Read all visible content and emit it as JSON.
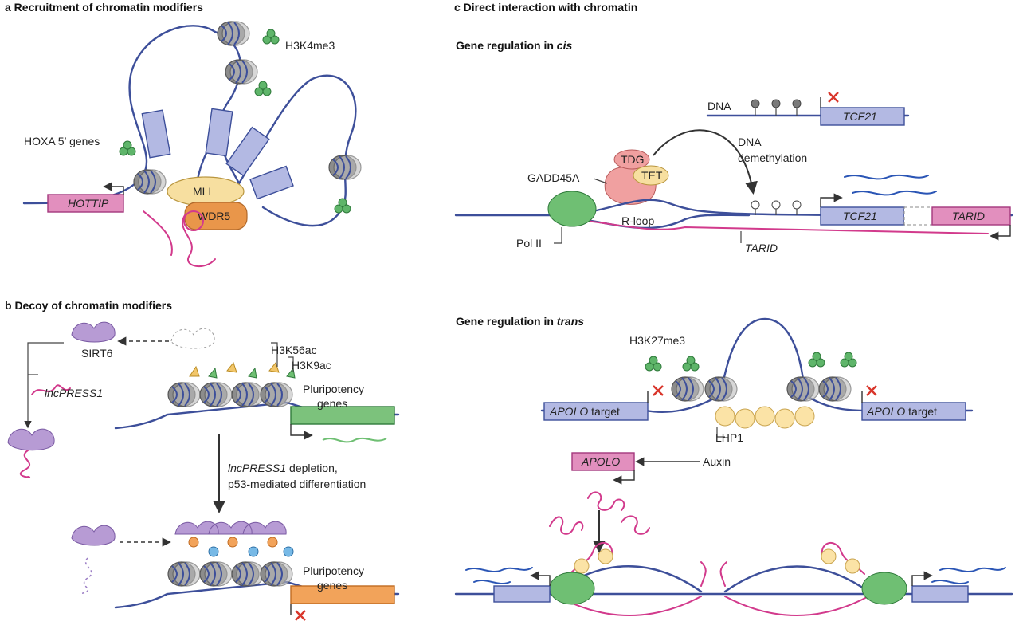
{
  "panel_a": {
    "title": "a  Recruitment of chromatin modifiers",
    "h3k4me3": "H3K4me3",
    "hoxa": "HOXA 5′ genes",
    "hottip": "HOTTIP",
    "mll": "MLL",
    "wdr5": "WDR5"
  },
  "panel_b": {
    "title": "b  Decoy of chromatin modifiers",
    "sirt6": "SIRT6",
    "lncpress1": "lncPRESS1",
    "h3k56ac": "H3K56ac",
    "h3k9ac": "H3K9ac",
    "pluri_top_1": "Pluripotency",
    "pluri_top_2": "genes",
    "depletion_1_italic": "lncPRESS1",
    "depletion_1_rest": " depletion,",
    "depletion_2": "p53-mediated differentiation",
    "pluri_bot_1": "Pluripotency",
    "pluri_bot_2": "genes"
  },
  "panel_c": {
    "title": "c  Direct interaction with chromatin",
    "cis_title_prefix": "Gene regulation in ",
    "cis_title_italic": "cis",
    "dna": "DNA",
    "tcf21_top": "TCF21",
    "dna_demeth_1": "DNA",
    "dna_demeth_2": "demethylation",
    "tdg": "TDG",
    "tet": "TET",
    "gadd45a": "GADD45A",
    "rloop": "R-loop",
    "tcf21_mid": "TCF21",
    "tarid_gene": "TARID",
    "pol2": "Pol II",
    "tarid_rna": "TARID",
    "trans_title_prefix": "Gene regulation in ",
    "trans_title_italic": "trans",
    "h3k27me3": "H3K27me3",
    "apolo_target_left_italic": "APOLO",
    "apolo_target_left_rest": " target",
    "apolo_target_right_italic": "APOLO",
    "apolo_target_right_rest": " target",
    "lhp1": "LHP1",
    "apolo": "APOLO",
    "auxin": "Auxin"
  },
  "colors": {
    "dna": "#3d4f9a",
    "rna_lnc": "#d23a8c",
    "gene_blue": "#b3b9e3",
    "gene_pink": "#e28fbe",
    "gene_green": "#7cc27c",
    "gene_orange": "#f2a35a",
    "mll": "#f7dfa0",
    "wdr5": "#e9964a",
    "tdg": "#f0a0a0",
    "tet": "#f7dfa0",
    "polII": "#6fbf73",
    "sirt6": "#b79bd4",
    "lhp1": "#fbe3a6",
    "repress_x": "#d9352a"
  }
}
